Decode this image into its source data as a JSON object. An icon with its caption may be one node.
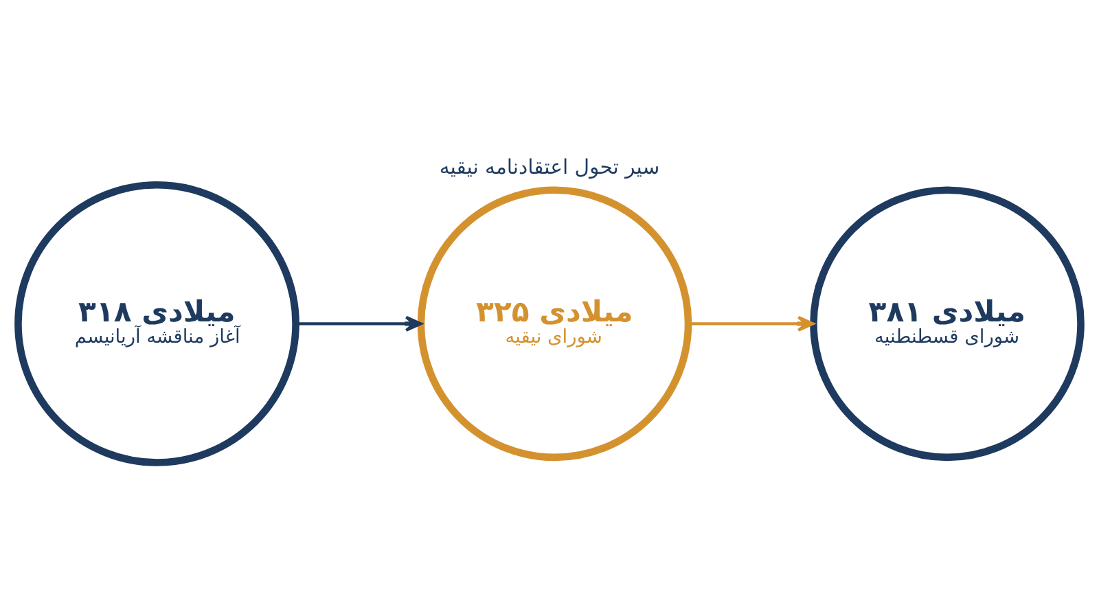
{
  "diagram": {
    "title": "سیر تحول اعتقادنامه نیقیه",
    "nodes": [
      {
        "text": [
          "۳۱۸ میلادی",
          "آغاز مناقشه آریانیسم"
        ]
      },
      {
        "text": [
          "۳۲۵ میلادی",
          "شورای نیقیه"
        ]
      },
      {
        "text": [
          "۳۸۱ میلادی",
          "شورای قسطنطنیه"
        ]
      }
    ],
    "edges": [
      {
        "from": 0,
        "to": 1,
        "arrow": "to"
      },
      {
        "from": 1,
        "to": 2,
        "arrow": "to",
        "color": "#d4922f"
      }
    ]
  }
}
